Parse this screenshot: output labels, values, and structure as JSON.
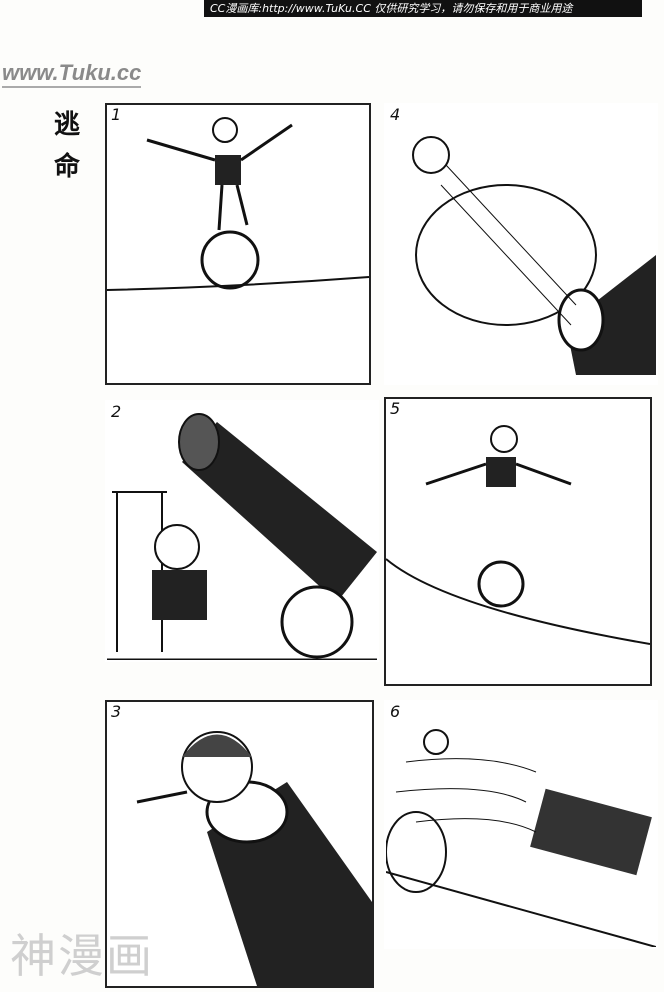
{
  "banner": "CC漫画库:http://www.TuKu.CC 仅供研究学习，请勿保存和用于商业用途",
  "watermark": "www.Tuku.cc",
  "title": "逃命",
  "panels": [
    {
      "number": "1",
      "scene": "unicycle-tightrope"
    },
    {
      "number": "4",
      "scene": "cannon-fire"
    },
    {
      "number": "2",
      "scene": "man-with-cannon"
    },
    {
      "number": "5",
      "scene": "flying-unicycle"
    },
    {
      "number": "3",
      "scene": "man-in-cannon"
    },
    {
      "number": "6",
      "scene": "crash"
    }
  ],
  "bottom_watermark": "神漫画"
}
